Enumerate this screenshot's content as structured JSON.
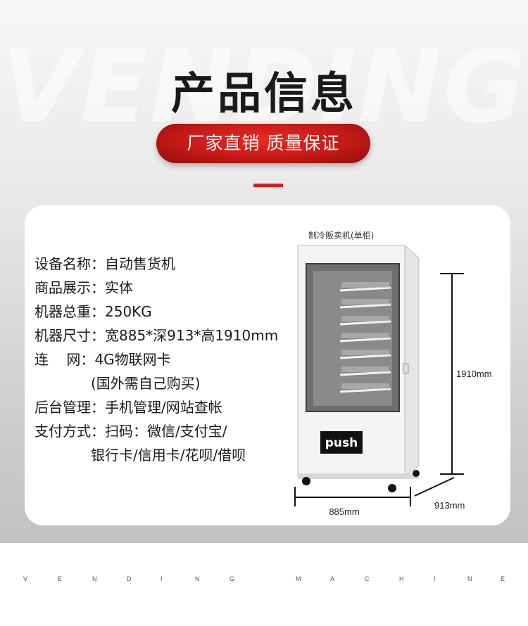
{
  "watermark": "VENDING",
  "title": "产品信息",
  "slogan": "厂家直销 质量保证",
  "specs": [
    {
      "label": "设备名称：",
      "value": "自动售货机"
    },
    {
      "label": "商品展示：",
      "value": "实体"
    },
    {
      "label": "机器总重：",
      "value": "250KG"
    },
    {
      "label": "机器尺寸：",
      "value": " 宽885*深913*高1910mm"
    },
    {
      "label": "连    网：",
      "value": "4G物联网卡"
    },
    {
      "label": "",
      "value": "(国外需自己购买)"
    },
    {
      "label": "后台管理：",
      "value": "手机管理/网站查帐"
    },
    {
      "label": "支付方式：",
      "value": "扫码：微信/支付宝/"
    },
    {
      "label": "",
      "value": "银行卡/信用卡/花呗/借呗"
    }
  ],
  "machine": {
    "caption": "制冷贩卖机(单柜)",
    "push_label": "push",
    "height_label": "1910mm",
    "width_label": "885mm",
    "depth_label": "913mm"
  },
  "footer_letters": [
    "V",
    "E",
    "N",
    "D",
    "I",
    "N",
    "G",
    "M",
    "A",
    "C",
    "H",
    "I",
    "N",
    "E"
  ],
  "colors": {
    "accent_red": "#d2231f",
    "pill_red": "#c41a17"
  }
}
